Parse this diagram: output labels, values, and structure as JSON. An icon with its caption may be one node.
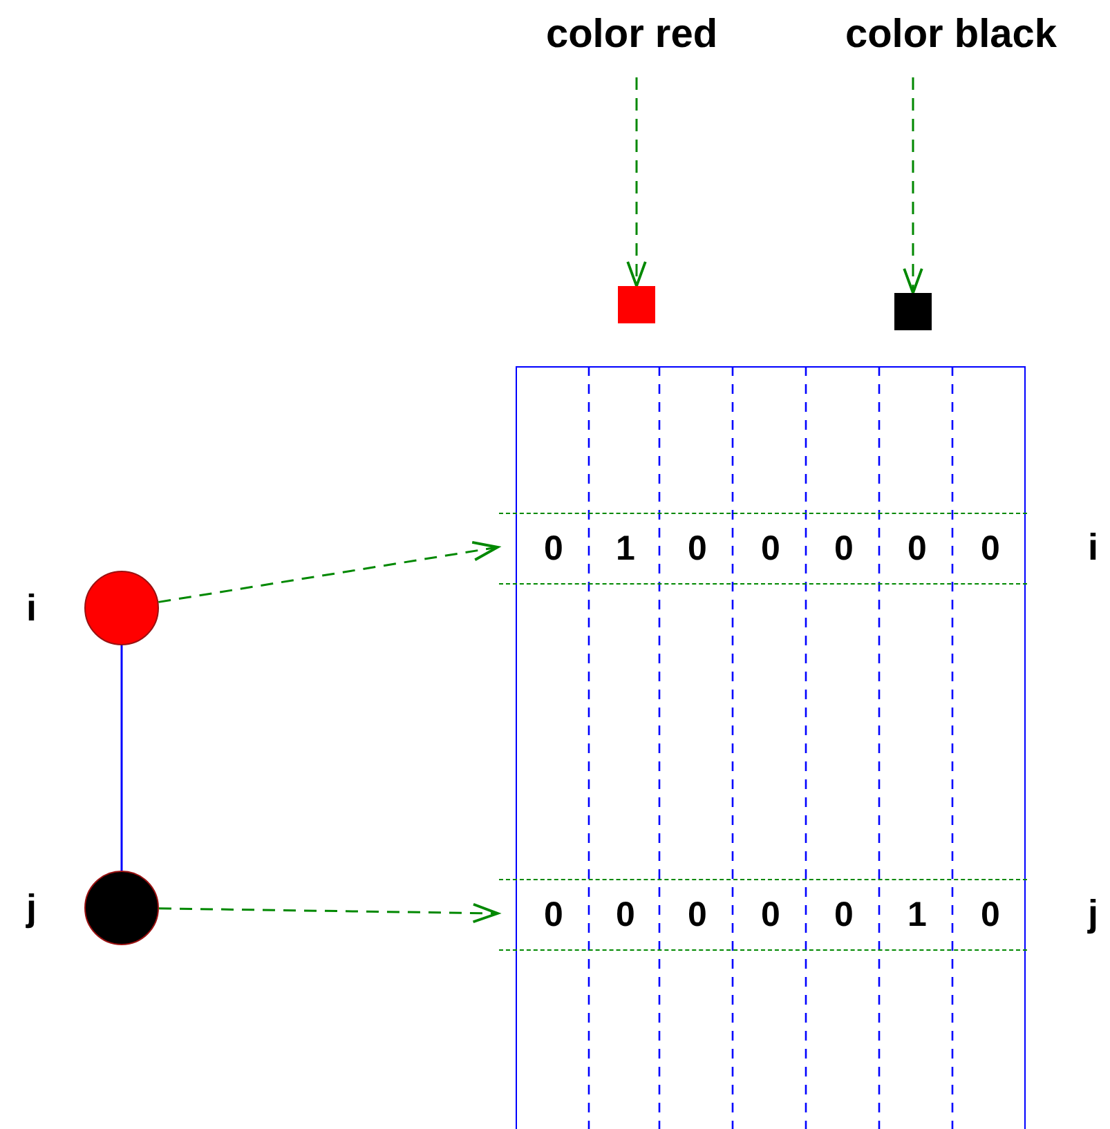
{
  "diagram": {
    "nodes": [
      {
        "text": [
          "color red"
        ]
      },
      {
        "text": [
          "color black"
        ]
      },
      {
        "text": [],
        "shape": "box"
      },
      {
        "text": [],
        "shape": "box"
      },
      {
        "text": [],
        "shape": "box"
      },
      {
        "text": [
          "0",
          "1",
          "0",
          "0",
          "0",
          "0",
          "0"
        ],
        "in": 4,
        "beside": [
          "i"
        ]
      },
      {
        "text": [],
        "shape": "circle",
        "beside": [
          "i"
        ]
      },
      {
        "text": [],
        "shape": "circle",
        "beside": [
          "j"
        ]
      },
      {
        "text": [
          "0",
          "0",
          "0",
          "0",
          "0",
          "1",
          "0"
        ],
        "in": 4,
        "beside": [
          "j"
        ]
      }
    ],
    "edges": [
      {
        "from": 0,
        "to": 2,
        "arrow": "to",
        "style": "dashed"
      },
      {
        "from": 1,
        "to": 3,
        "arrow": "to",
        "style": "dashed"
      },
      {
        "from": 6,
        "to": 5,
        "arrow": "to",
        "style": "dashed"
      },
      {
        "from": 6,
        "to": 7,
        "arrow": "none",
        "color": "#0000ff"
      },
      {
        "from": 7,
        "to": 8,
        "arrow": "to",
        "style": "dashed"
      }
    ]
  }
}
